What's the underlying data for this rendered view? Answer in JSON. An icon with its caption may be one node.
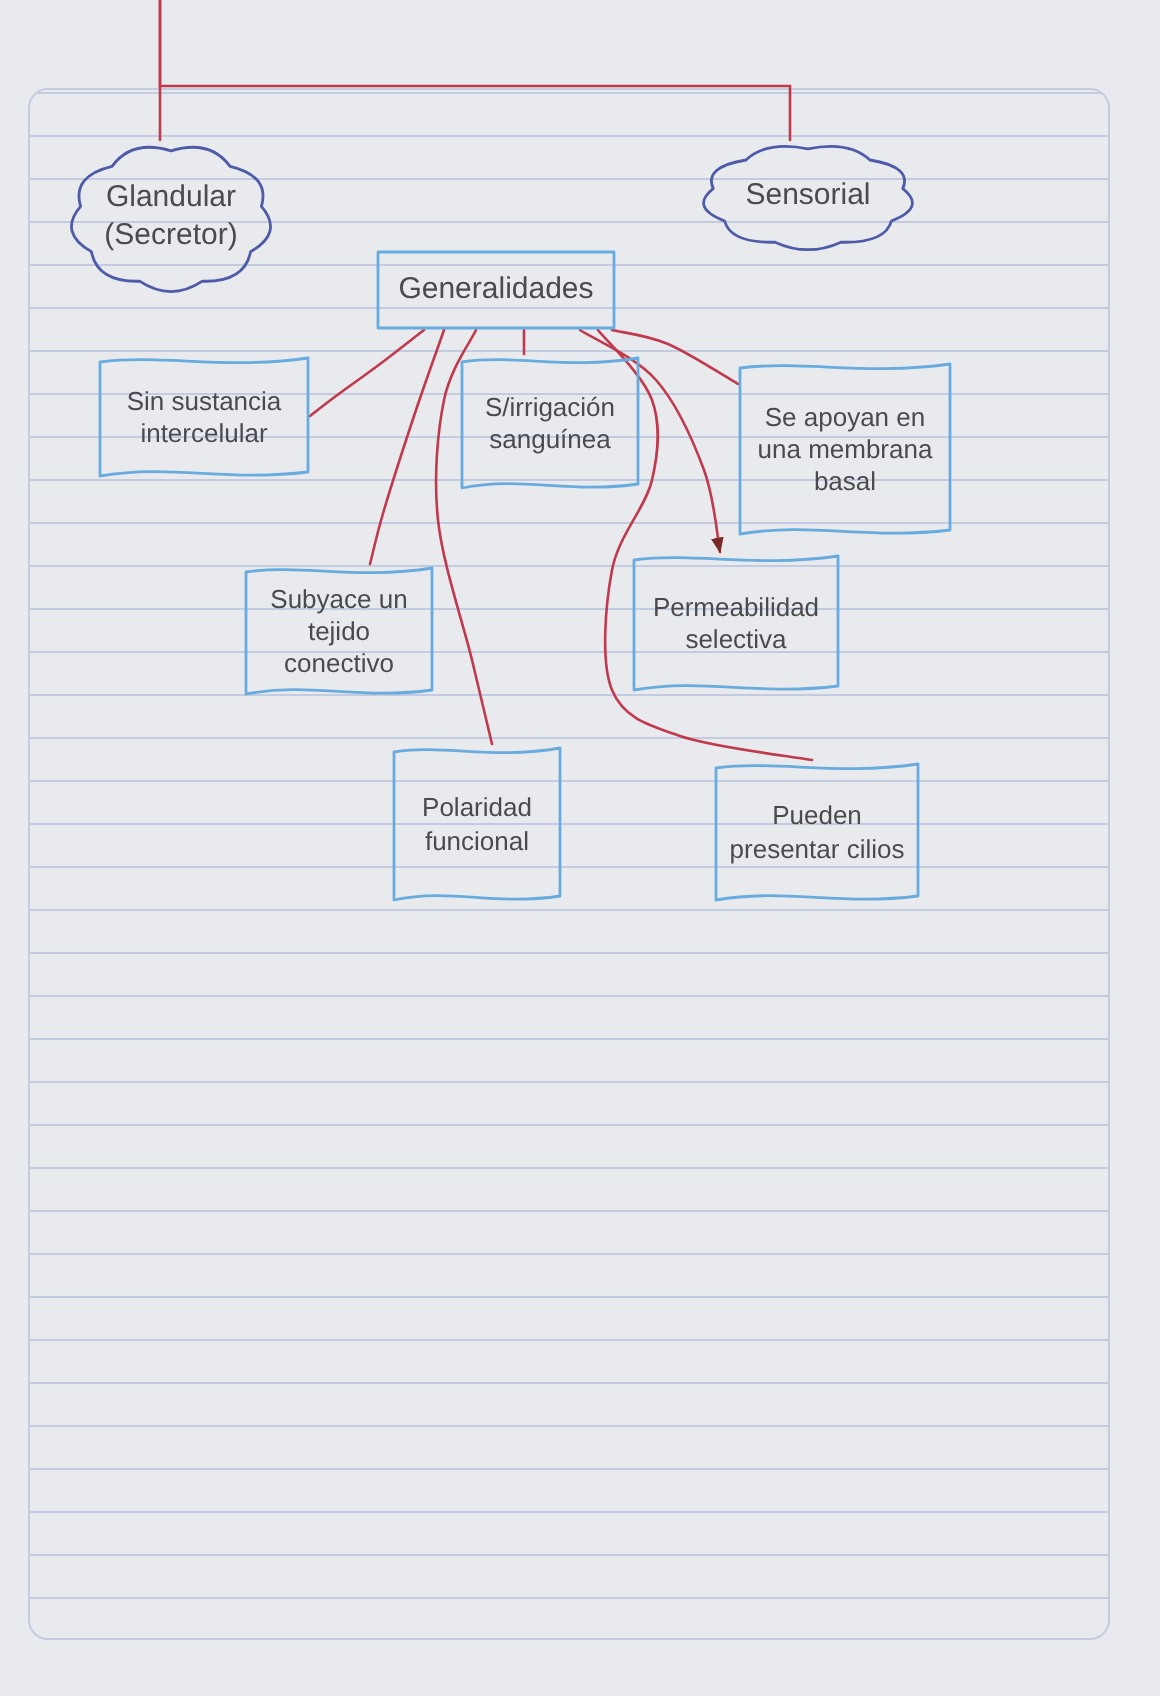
{
  "diagram": {
    "nodes": [
      {
        "text": [
          "Glandular (Secretor)"
        ]
      },
      {
        "text": [
          "Sensorial"
        ]
      },
      {
        "text": [
          "Generalidades"
        ]
      },
      {
        "text": [
          "Sin sustancia intercelular"
        ]
      },
      {
        "text": [
          "S/irrigación sanguínea"
        ]
      },
      {
        "text": [
          "Se apoyan en una membrana basal"
        ]
      },
      {
        "text": [
          "Subyace un tejido conectivo"
        ]
      },
      {
        "text": [
          "Permeabilidad selectiva"
        ]
      },
      {
        "text": [
          "Polaridad funcional"
        ]
      },
      {
        "text": [
          "Pueden presentar cilios"
        ]
      }
    ],
    "edges": [
      {
        "from": null,
        "to": 0,
        "arrow": "none"
      },
      {
        "from": null,
        "to": 1,
        "arrow": "none"
      },
      {
        "from": 2,
        "to": 3,
        "arrow": "none"
      },
      {
        "from": 2,
        "to": 4,
        "arrow": "none"
      },
      {
        "from": 2,
        "to": 5,
        "arrow": "none"
      },
      {
        "from": 2,
        "to": 6,
        "arrow": "none"
      },
      {
        "from": 2,
        "to": 7,
        "arrow": "to"
      },
      {
        "from": 2,
        "to": 8,
        "arrow": "none"
      },
      {
        "from": 2,
        "to": 9,
        "arrow": "none"
      }
    ]
  }
}
